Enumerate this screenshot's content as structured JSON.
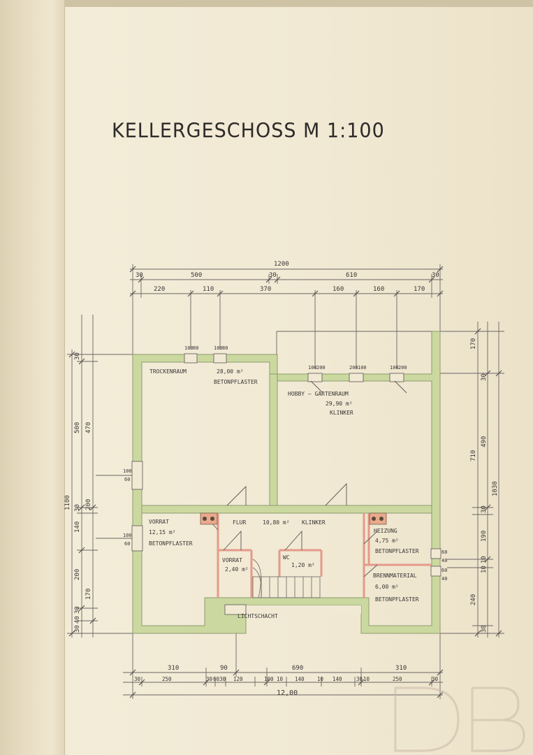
{
  "title": "KELLERGESCHOSS  M 1:100",
  "watermark": "DB",
  "colors": {
    "wall": "#cbd9a0",
    "wall_edge": "#8c9a70",
    "partition": "#e49a8a",
    "paper": "#f1e9d3",
    "ink": "#3a3636"
  },
  "dimensions_top": {
    "total": "1200",
    "row1": [
      "30",
      "500",
      "30",
      "610",
      "30"
    ],
    "row2": [
      "220",
      "110",
      "370",
      "160",
      "160",
      "170"
    ]
  },
  "dimensions_left": {
    "outer": "1100",
    "middle": [
      "30",
      "500",
      "30",
      "140",
      "200",
      "30",
      "40",
      "30"
    ],
    "inner": [
      "470",
      "200",
      "170"
    ]
  },
  "dimensions_right": {
    "outer": "1030",
    "middle": [
      "170",
      "710",
      "240"
    ],
    "inner": [
      "30",
      "490",
      "30",
      "190",
      "10",
      "10",
      "30"
    ]
  },
  "dimensions_bottom": {
    "total": "12,00",
    "row1": [
      "310",
      "90",
      "690",
      "310"
    ],
    "row2": [
      "30",
      "250",
      "30",
      "60",
      "30",
      "120",
      "100",
      "10",
      "140",
      "10",
      "140",
      "30",
      "10",
      "250",
      "30"
    ]
  },
  "openings": {
    "windows_top_left": [
      "100",
      "80",
      "100",
      "80"
    ],
    "windows_top_right": [
      "100",
      "200",
      "200",
      "100",
      "100",
      "200"
    ],
    "window_left_upper": [
      "100",
      "60"
    ],
    "window_left_lower": [
      "100",
      "60"
    ],
    "window_right": [
      "60",
      "40",
      "60",
      "40"
    ]
  },
  "rooms": [
    {
      "name": "TROCKENRAUM",
      "area": "28,00 m²",
      "floor": "BETONPFLASTER"
    },
    {
      "name": "HOBBY – GARTENRAUM",
      "area": "29,90 m²",
      "floor": "KLINKER"
    },
    {
      "name": "VORRAT",
      "area": "12,15 m²",
      "floor": "BETONPFLASTER"
    },
    {
      "name": "FLUR",
      "area": "10,80 m²",
      "floor": "KLINKER"
    },
    {
      "name": "VORRAT",
      "area": "2,40 m²",
      "floor": ""
    },
    {
      "name": "WC",
      "area": "1,20 m²",
      "floor": ""
    },
    {
      "name": "HEIZUNG",
      "area": "4,75 m²",
      "floor": "BETONPFLASTER"
    },
    {
      "name": "BRENNMATERIAL",
      "area": "6,00 m²",
      "floor": "BETONPFLASTER"
    },
    {
      "name": "LICHTSCHACHT",
      "area": "",
      "floor": ""
    }
  ]
}
